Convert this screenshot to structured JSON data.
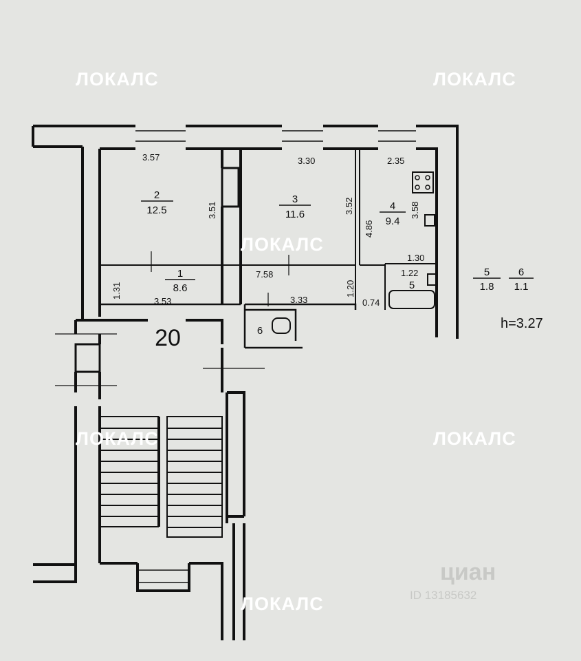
{
  "watermarks": [
    "ЛОКАЛС",
    "ЛОКАЛС",
    "ЛОКАЛС",
    "ЛОКАЛС",
    "ЛОКАЛС",
    "ЛОКАЛС"
  ],
  "cian_mark": "циан",
  "cian_id": "ID 13185632",
  "ceiling_height": "h=3.27",
  "stair_number": "20",
  "rooms": [
    {
      "num": "1",
      "area": "8.6"
    },
    {
      "num": "2",
      "area": "12.5"
    },
    {
      "num": "3",
      "area": "11.6"
    },
    {
      "num": "4",
      "area": "9.4"
    },
    {
      "num": "5",
      "area": ""
    },
    {
      "num": "6",
      "area": ""
    }
  ],
  "legend": [
    {
      "num": "5",
      "area": "1.8"
    },
    {
      "num": "6",
      "area": "1.1"
    }
  ],
  "dimensions": [
    "3.57",
    "3.30",
    "2.35",
    "3.51",
    "3.52",
    "3.58",
    "4.86",
    "1.30",
    "1.22",
    "7.58",
    "1.31",
    "3.53",
    "3.33",
    "1.20",
    "0.74"
  ]
}
